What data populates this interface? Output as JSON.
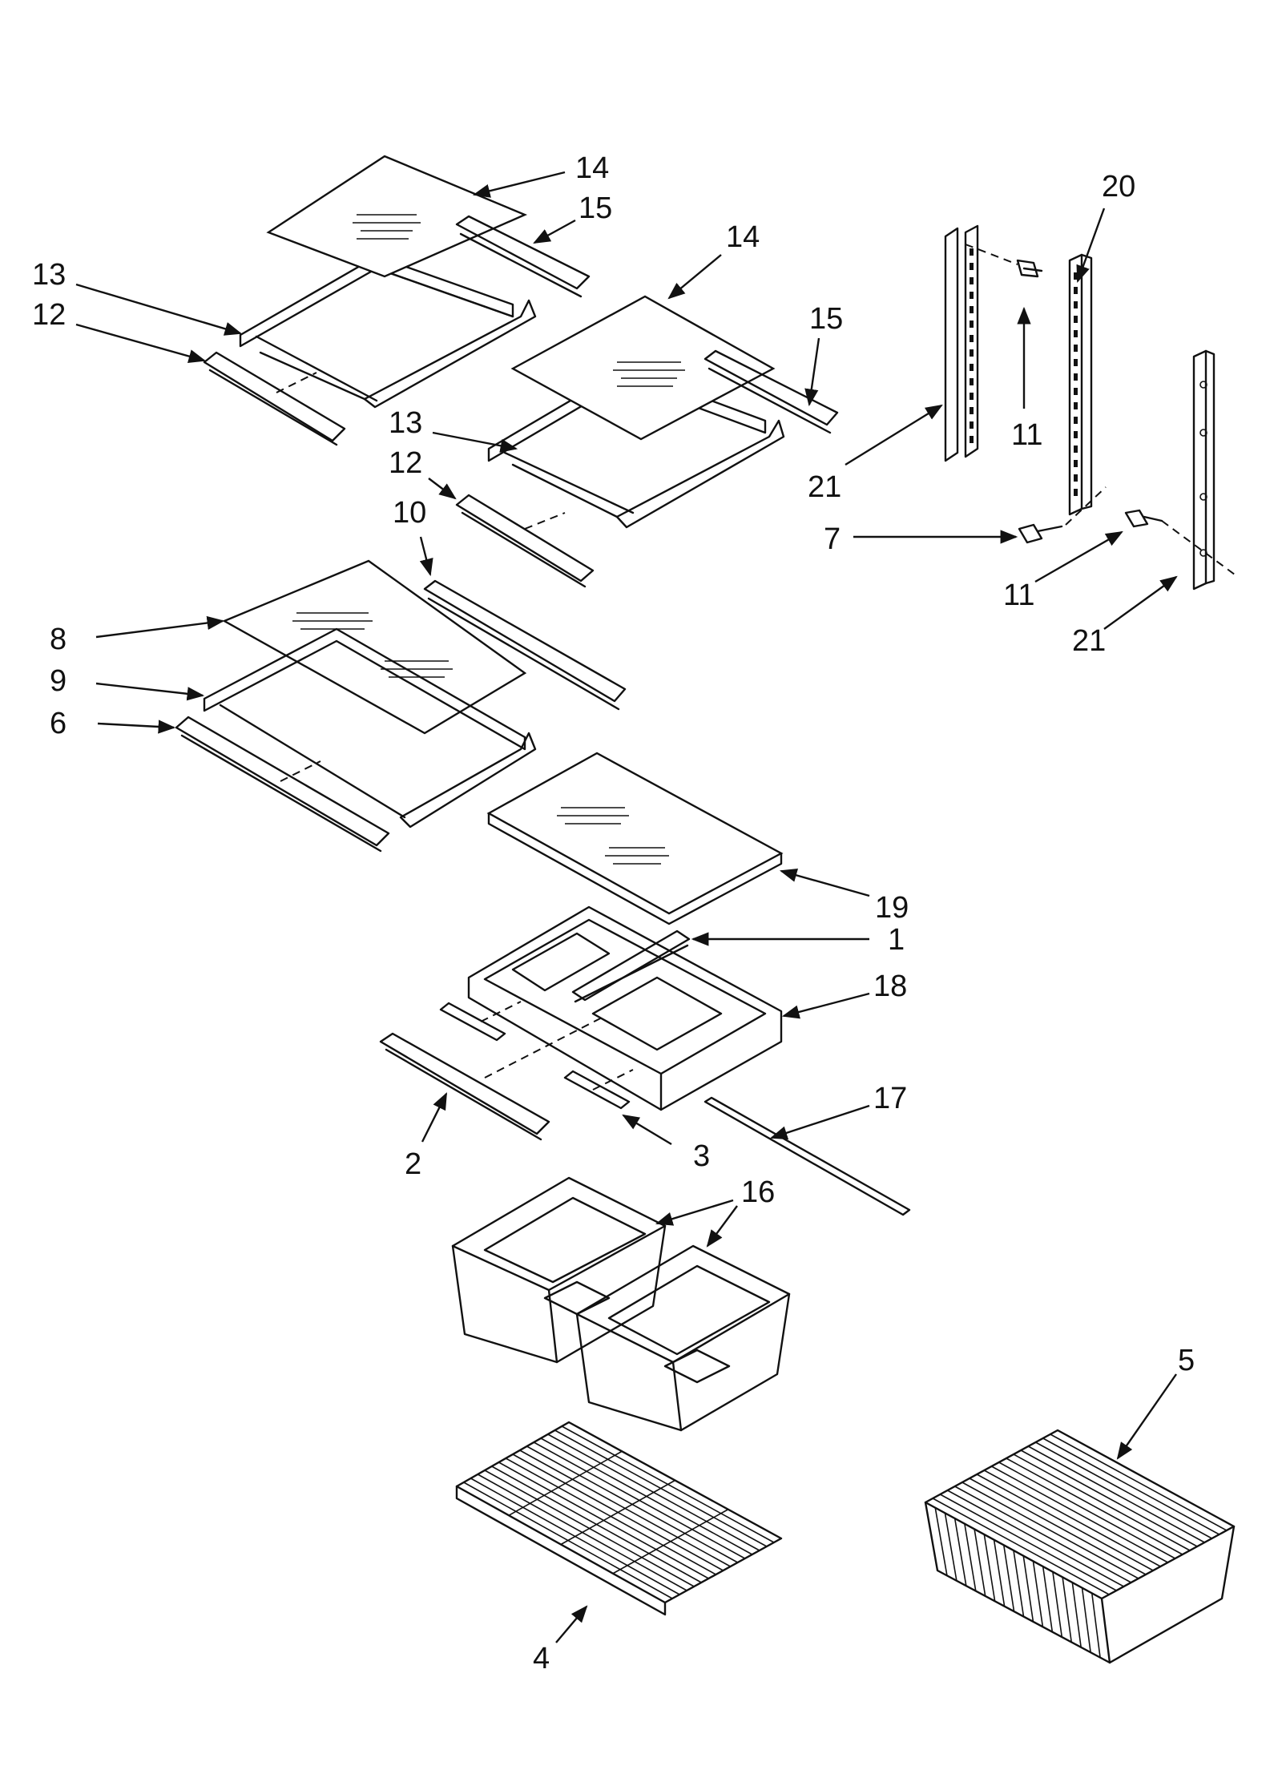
{
  "diagram": {
    "callouts": [
      "14",
      "15",
      "13",
      "12",
      "14",
      "15",
      "13",
      "12",
      "10",
      "8",
      "9",
      "6",
      "20",
      "21",
      "11",
      "7",
      "11",
      "21",
      "19",
      "1",
      "18",
      "17",
      "2",
      "3",
      "16",
      "5",
      "4"
    ]
  }
}
